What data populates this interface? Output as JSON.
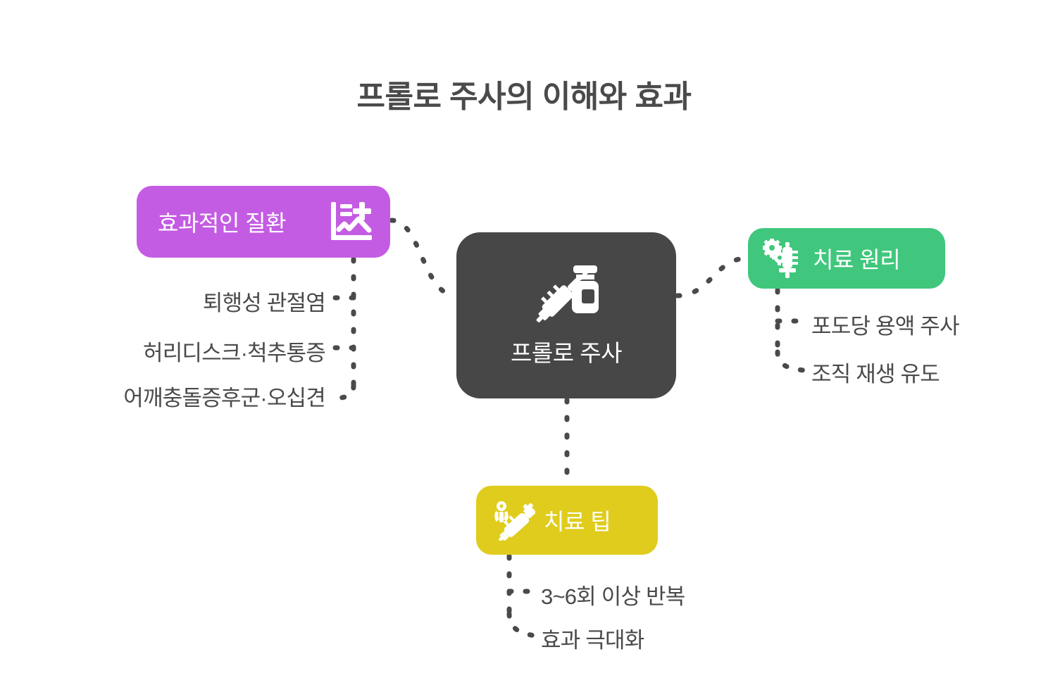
{
  "page": {
    "title": "프롤로 주사의 이해와 효과",
    "background": "#ffffff",
    "text_color": "#4a4a4a"
  },
  "center": {
    "label": "프롤로 주사",
    "icon": "syringe-vial-icon",
    "color": "#474747"
  },
  "branches": [
    {
      "id": "effective-conditions",
      "label": "효과적인 질환",
      "icon": "medical-chart-plus-icon",
      "color": "#c45ce3",
      "side": "left",
      "leaves": [
        "퇴행성 관절염",
        "허리디스크·척추통증",
        "어깨충돌증후군·오십견"
      ]
    },
    {
      "id": "treatment-principle",
      "label": "치료 원리",
      "icon": "syringe-cells-icon",
      "color": "#40c77d",
      "side": "right",
      "leaves": [
        "포도당 용액 주사",
        "조직 재생 유도"
      ]
    },
    {
      "id": "treatment-tips",
      "label": "치료 팁",
      "icon": "syringe-injection-icon",
      "color": "#e0cc1c",
      "side": "bottom",
      "leaves": [
        "3~6회 이상 반복",
        "효과 극대화"
      ]
    }
  ],
  "connectors": {
    "style": "dashed",
    "color": "#4a4a4a"
  }
}
